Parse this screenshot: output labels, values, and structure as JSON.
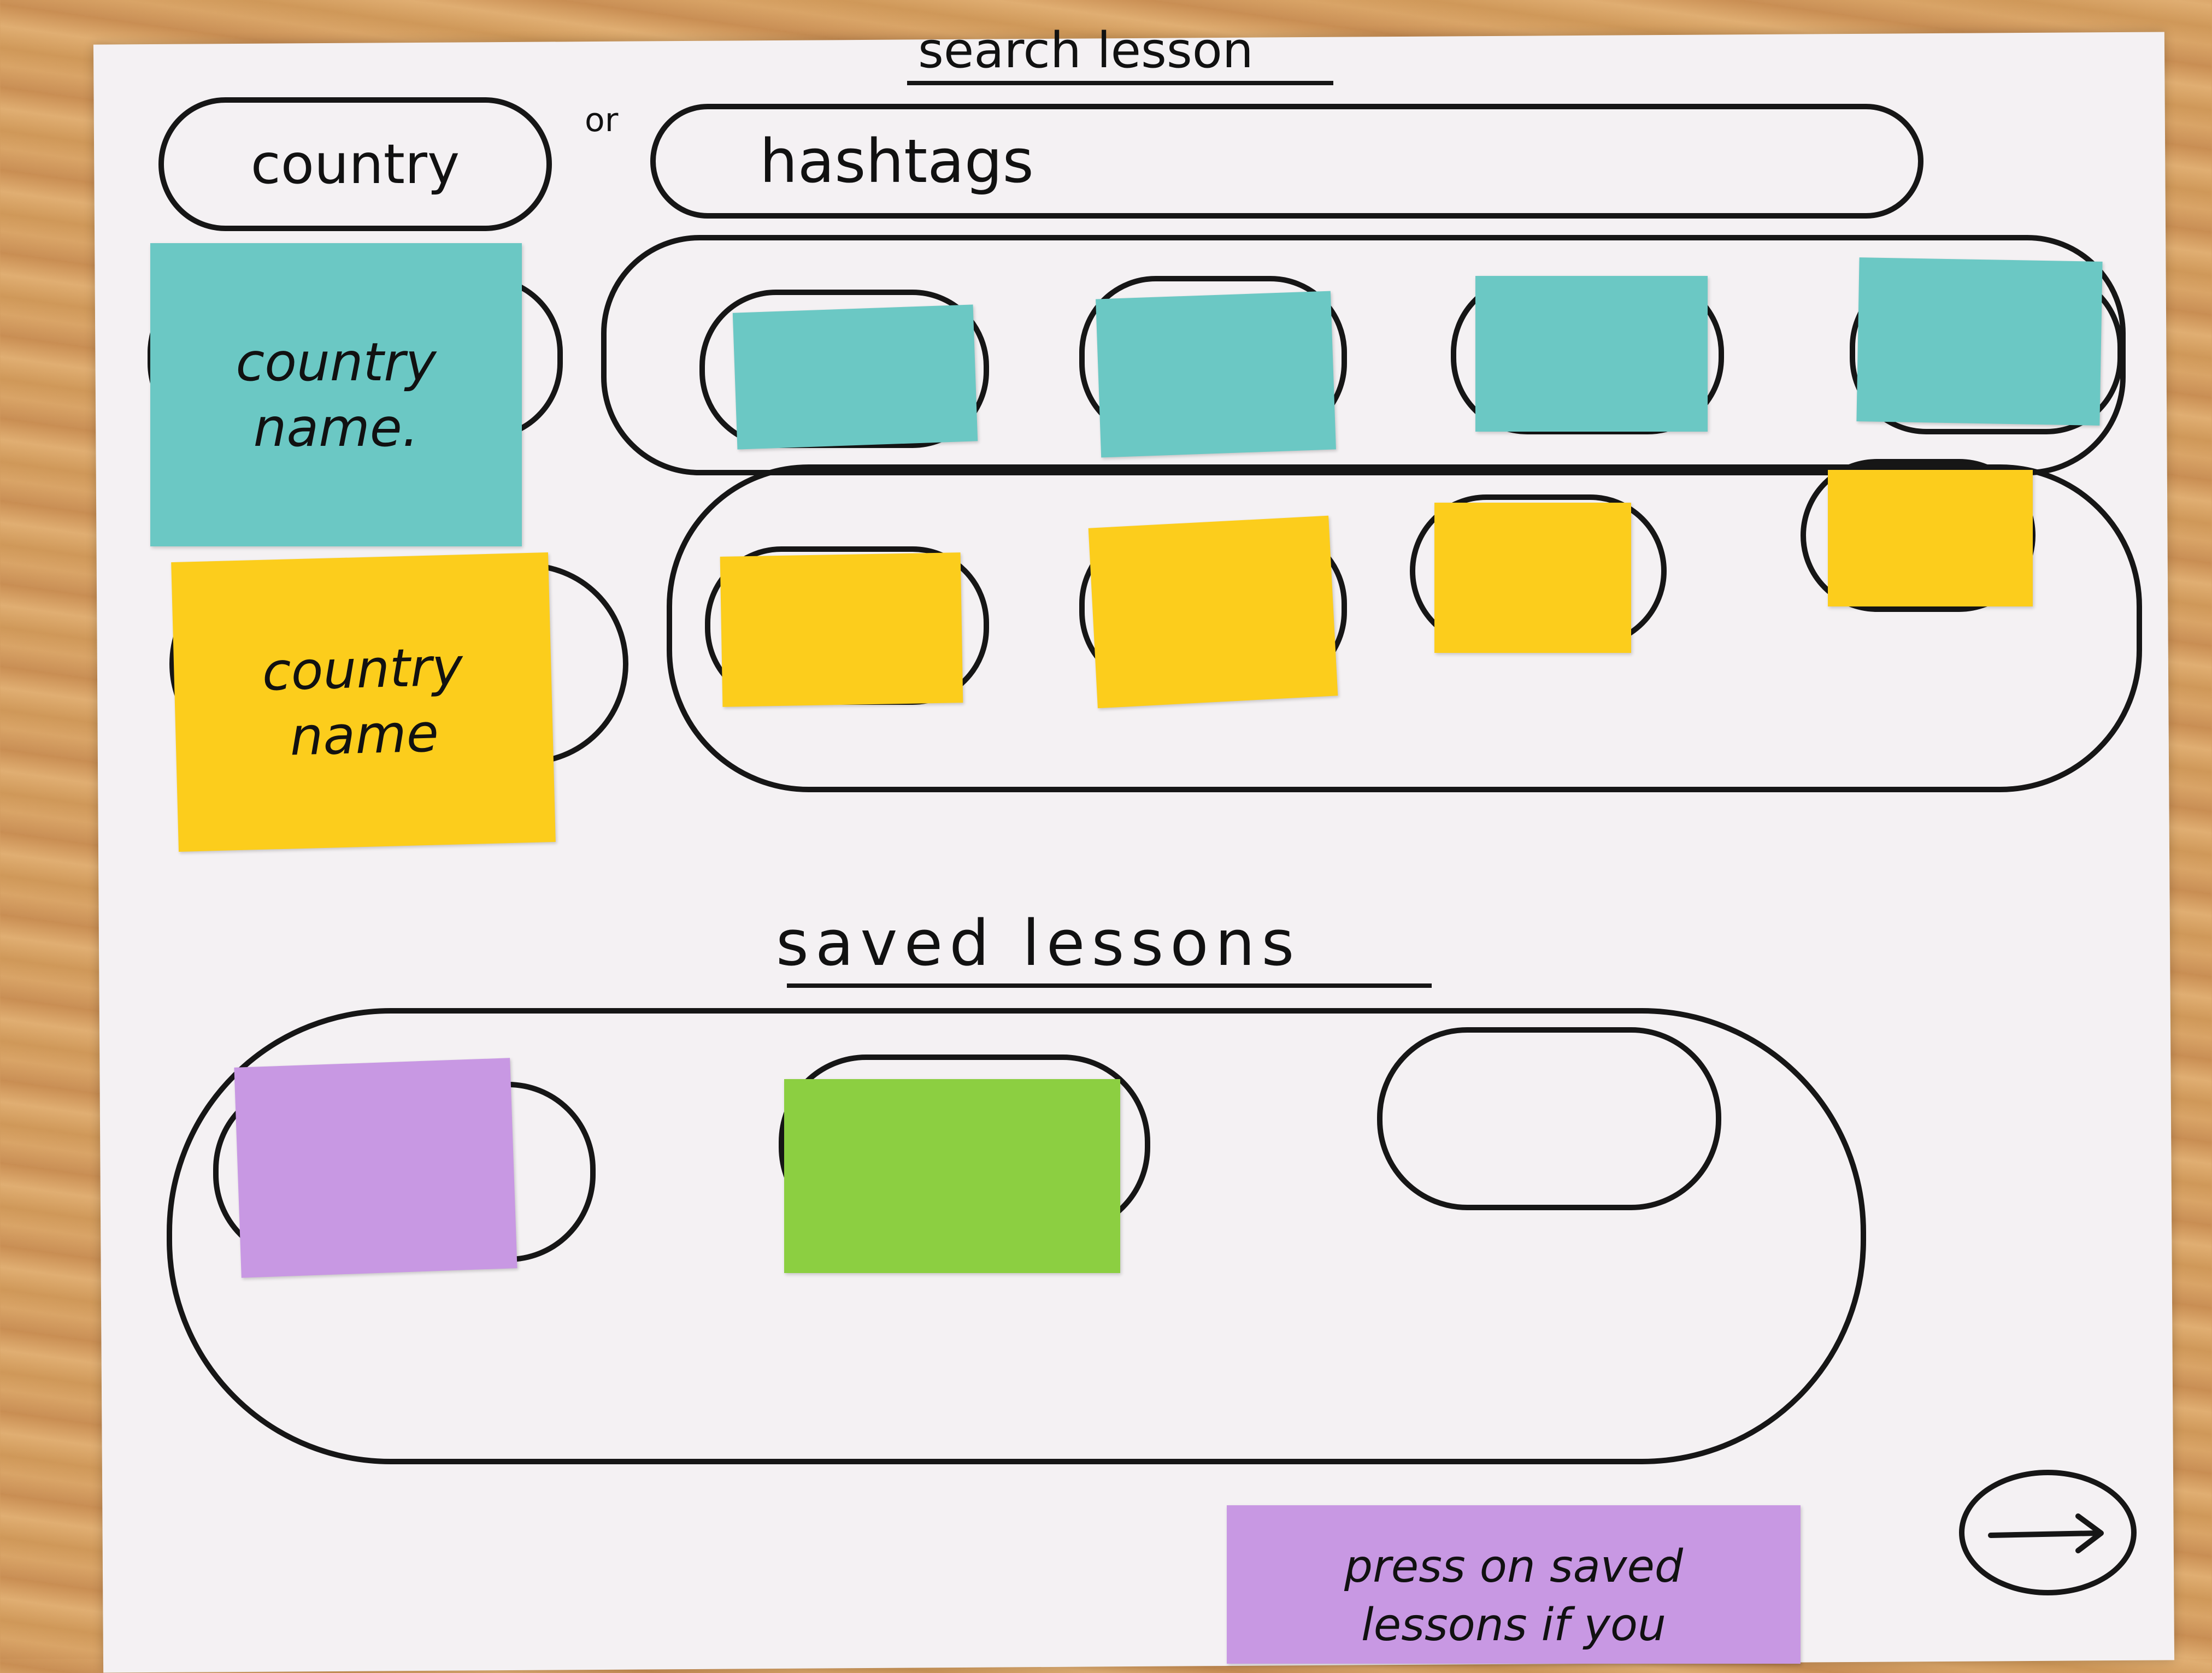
{
  "search": {
    "title": "search lesson",
    "country_field": "country",
    "or_label": "or",
    "hashtag_field": "hashtags"
  },
  "rows": [
    {
      "country_label": [
        "country",
        "name."
      ],
      "color": "#6bc8c4",
      "lesson_count": 4
    },
    {
      "country_label": [
        "country",
        "name"
      ],
      "color": "#fccd1c",
      "lesson_count": 4
    }
  ],
  "saved": {
    "title": "saved lessons",
    "items": [
      {
        "color": "#c898e3"
      },
      {
        "color": "#8ccf41"
      },
      {
        "color": "empty"
      }
    ]
  },
  "hint_note": {
    "lines": [
      "press on saved",
      "lessons if you"
    ],
    "color": "#c898e3"
  },
  "next": {
    "icon": "arrow-right-icon"
  }
}
